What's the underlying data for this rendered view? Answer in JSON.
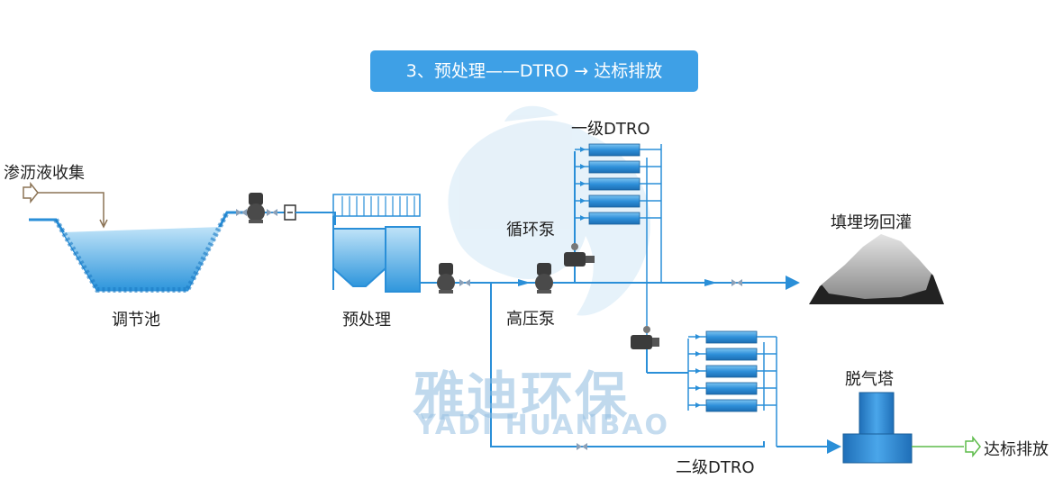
{
  "title": "3、预处理——DTRO → 达标排放",
  "labels": {
    "leachate_collection": "渗沥液收集",
    "regulating_tank": "调节池",
    "pretreatment": "预处理",
    "primary_dtro": "一级DTRO",
    "circulation_pump": "循环泵",
    "high_pressure_pump": "高压泵",
    "landfill_recharge": "填埋场回灌",
    "degassing_tower": "脱气塔",
    "secondary_dtro": "二级DTRO",
    "discharge": "达标排放"
  },
  "watermark": {
    "chinese": "雅迪环保",
    "english": "YADI HUANBAO"
  },
  "colors": {
    "title_bg": "#3ea0e6",
    "pipe": "#2a8fd8",
    "discharge_line": "#5dbb4a",
    "inlet_line": "#8b7355",
    "module": "#3d9de0"
  },
  "icons": [
    "pump-icon",
    "valve-icon",
    "flow-arrow-icon"
  ]
}
